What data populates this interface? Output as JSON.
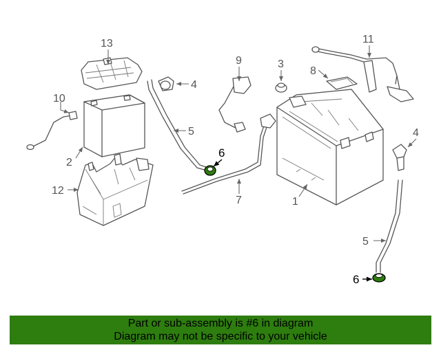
{
  "callouts": {
    "c1": "1",
    "c2": "2",
    "c3": "3",
    "c4a": "4",
    "c4b": "4",
    "c5a": "5",
    "c5b": "5",
    "c6a": "6",
    "c6b": "6",
    "c7": "7",
    "c8": "8",
    "c9": "9",
    "c10": "10",
    "c11": "11",
    "c12": "12",
    "c13": "13"
  },
  "highlight": {
    "part_number": "6",
    "color": "#2e7d0f"
  },
  "footer": {
    "line1": "Part or sub-assembly is #6 in diagram",
    "line2": "Diagram may not be specific to your vehicle"
  }
}
